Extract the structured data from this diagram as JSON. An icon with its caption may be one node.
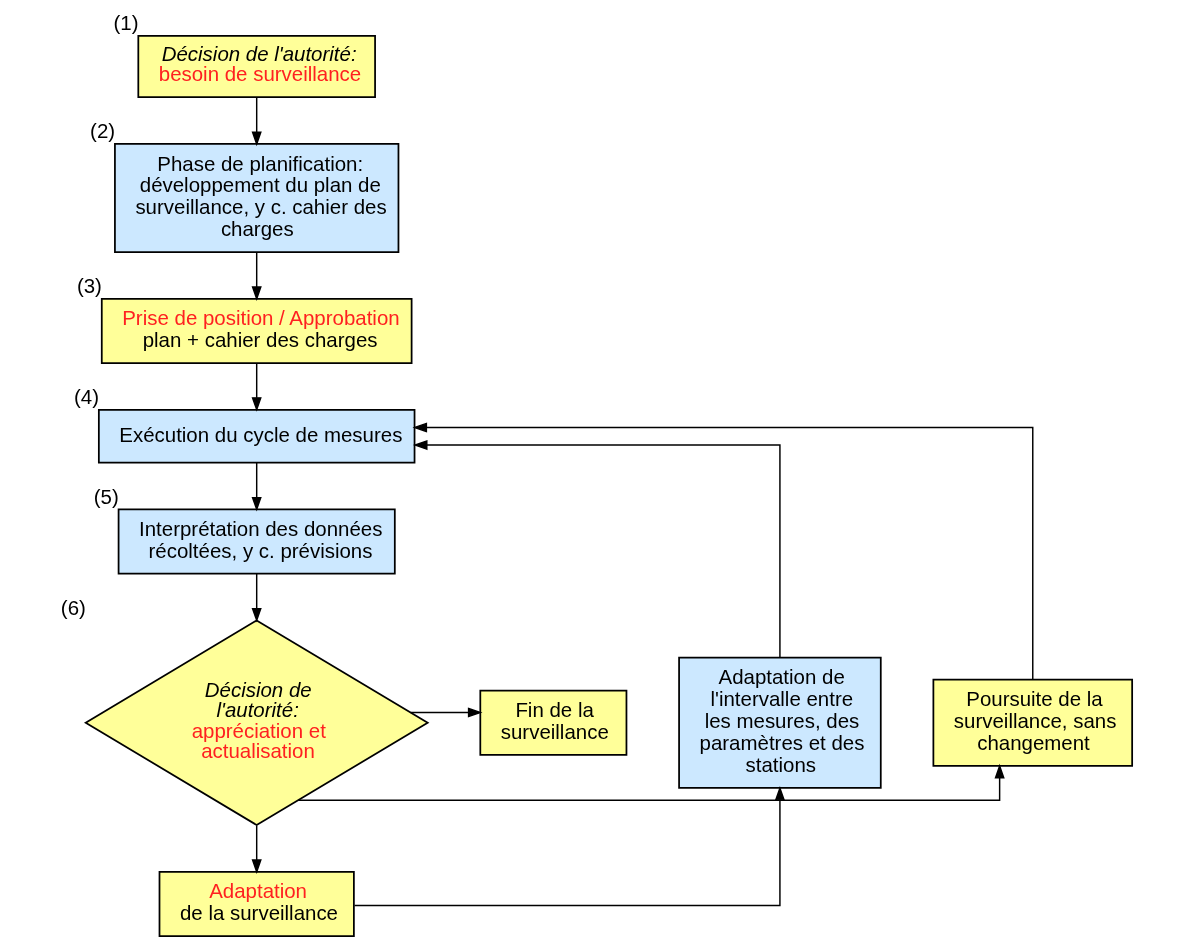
{
  "diagram": {
    "nodes": [
      {
        "text": [
          "Décision de l'autorité:",
          "besoin de surveillance"
        ],
        "beside": [
          "(1)"
        ]
      },
      {
        "text": [
          "Phase de planification:",
          "développement du plan de surveillance, y c. cahier des charges"
        ],
        "beside": [
          "(2)"
        ]
      },
      {
        "text": [
          "Prise de position / Approbation",
          "plan + cahier des charges"
        ],
        "beside": [
          "(3)"
        ]
      },
      {
        "text": [
          "Exécution du cycle de mesures"
        ],
        "beside": [
          "(4)"
        ]
      },
      {
        "text": [
          "Interprétation des données récoltées, y c. prévisions"
        ],
        "beside": [
          "(5)"
        ]
      },
      {
        "text": [
          "Décision de l'autorité:",
          "appréciation et actualisation"
        ],
        "beside": [
          "(6)"
        ]
      },
      {
        "text": [
          "Fin de la surveillance"
        ]
      },
      {
        "text": [
          "Poursuite de la surveillance, sans changement"
        ]
      },
      {
        "text": [
          "Adaptation de l'intervalle entre les mesures, des paramètres et des stations"
        ]
      },
      {
        "text": [
          "Adaptation",
          "de la surveillance"
        ]
      }
    ],
    "edges": [
      {
        "from": 0,
        "to": 1,
        "arrow": "to"
      },
      {
        "from": 1,
        "to": 2,
        "arrow": "to"
      },
      {
        "from": 2,
        "to": 3,
        "arrow": "to"
      },
      {
        "from": 3,
        "to": 4,
        "arrow": "to"
      },
      {
        "from": 4,
        "to": 5,
        "arrow": "to"
      },
      {
        "from": 5,
        "to": 7,
        "arrow": "to"
      },
      {
        "from": 5,
        "to": 6,
        "arrow": "to"
      },
      {
        "from": 5,
        "to": 9,
        "arrow": "to"
      },
      {
        "from": 9,
        "to": 8,
        "arrow": "to"
      },
      {
        "from": 8,
        "to": 3,
        "arrow": "to"
      },
      {
        "from": 7,
        "to": 3,
        "arrow": "to"
      }
    ]
  }
}
